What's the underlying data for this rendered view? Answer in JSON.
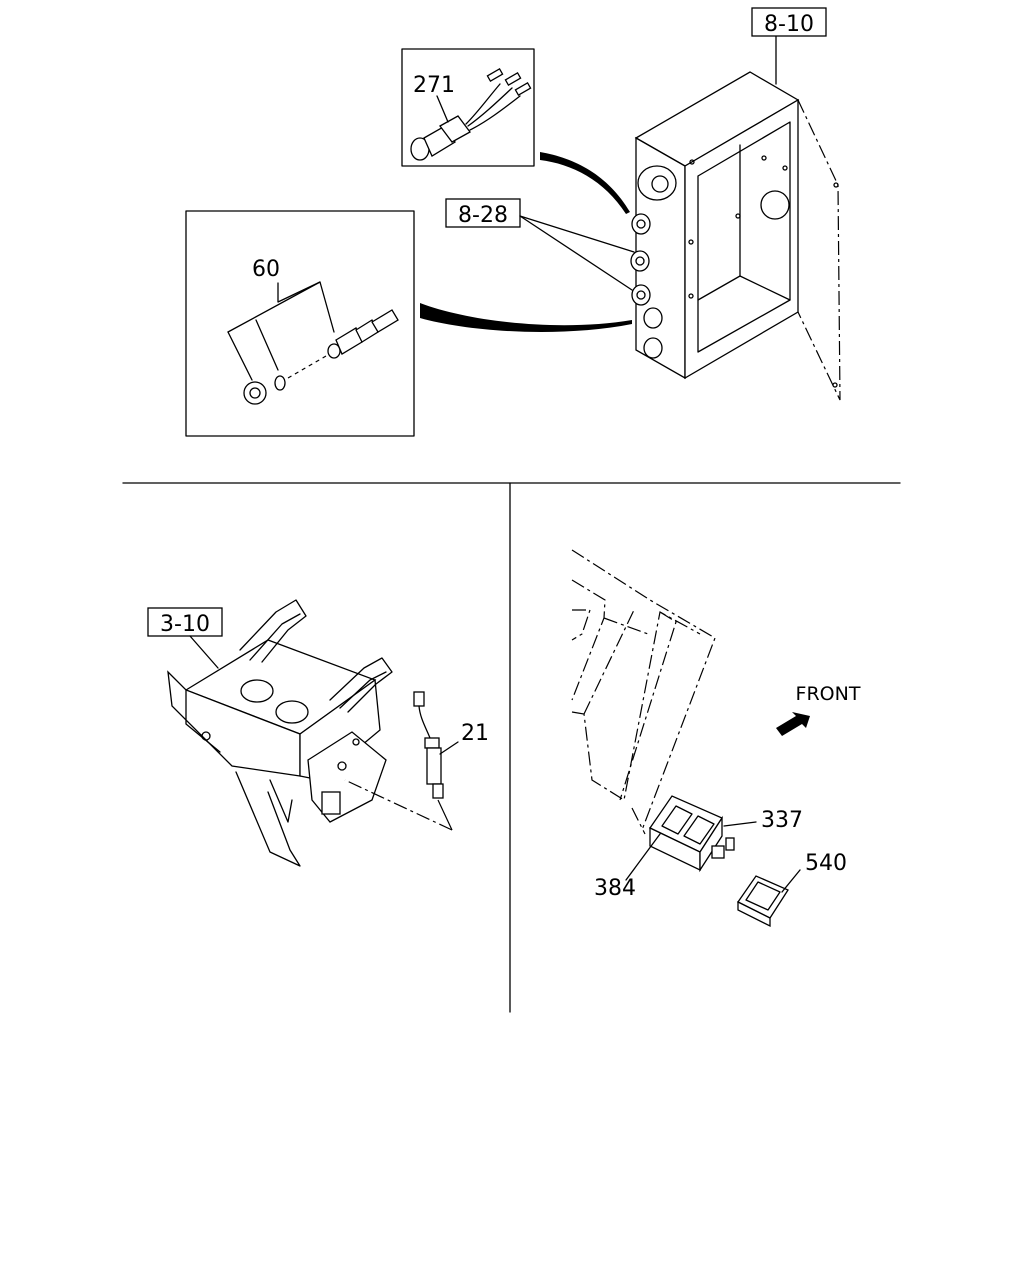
{
  "callouts": {
    "ref_8_10": "8-10",
    "part_271": "271",
    "ref_8_28": "8-28",
    "part_60": "60",
    "ref_3_10": "3-10",
    "part_21": "21",
    "front": "FRONT",
    "part_337": "337",
    "part_384": "384",
    "part_540": "540"
  }
}
